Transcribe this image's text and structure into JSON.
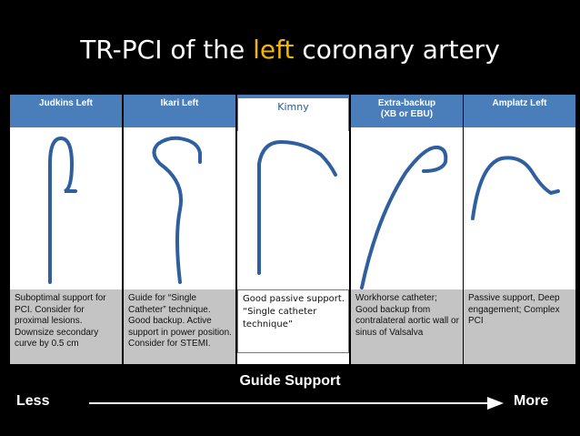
{
  "title": {
    "before": "TR-PCI of the ",
    "highlight": "left",
    "after": " coronary artery"
  },
  "colors": {
    "highlight": "#f2b600",
    "header_blue": "#4a7ebb",
    "catheter": "#2f5f9e"
  },
  "catheters": [
    {
      "name": "Judkins Left",
      "name2": "",
      "description": "Suboptimal support for PCI. Consider for proximal lesions. Downsize secondary curve by 0.5 cm"
    },
    {
      "name": "Ikari Left",
      "name2": "",
      "description": "Guide for “Single Catheter” technique. Good backup. Active support in power position. Consider for STEMI."
    },
    {
      "name": "Kimny",
      "name2": "",
      "description": "Good passive support. “Single catheter technique”"
    },
    {
      "name": "Extra-backup",
      "name2": "(XB or EBU)",
      "description": "Workhorse catheter; Good backup from contralateral aortic wall or sinus of Valsalva"
    },
    {
      "name": "Amplatz Left",
      "name2": "",
      "description": "Passive support, Deep engagement; Complex PCI"
    }
  ],
  "scale": {
    "label": "Guide Support",
    "min_label": "Less",
    "max_label": "More"
  }
}
